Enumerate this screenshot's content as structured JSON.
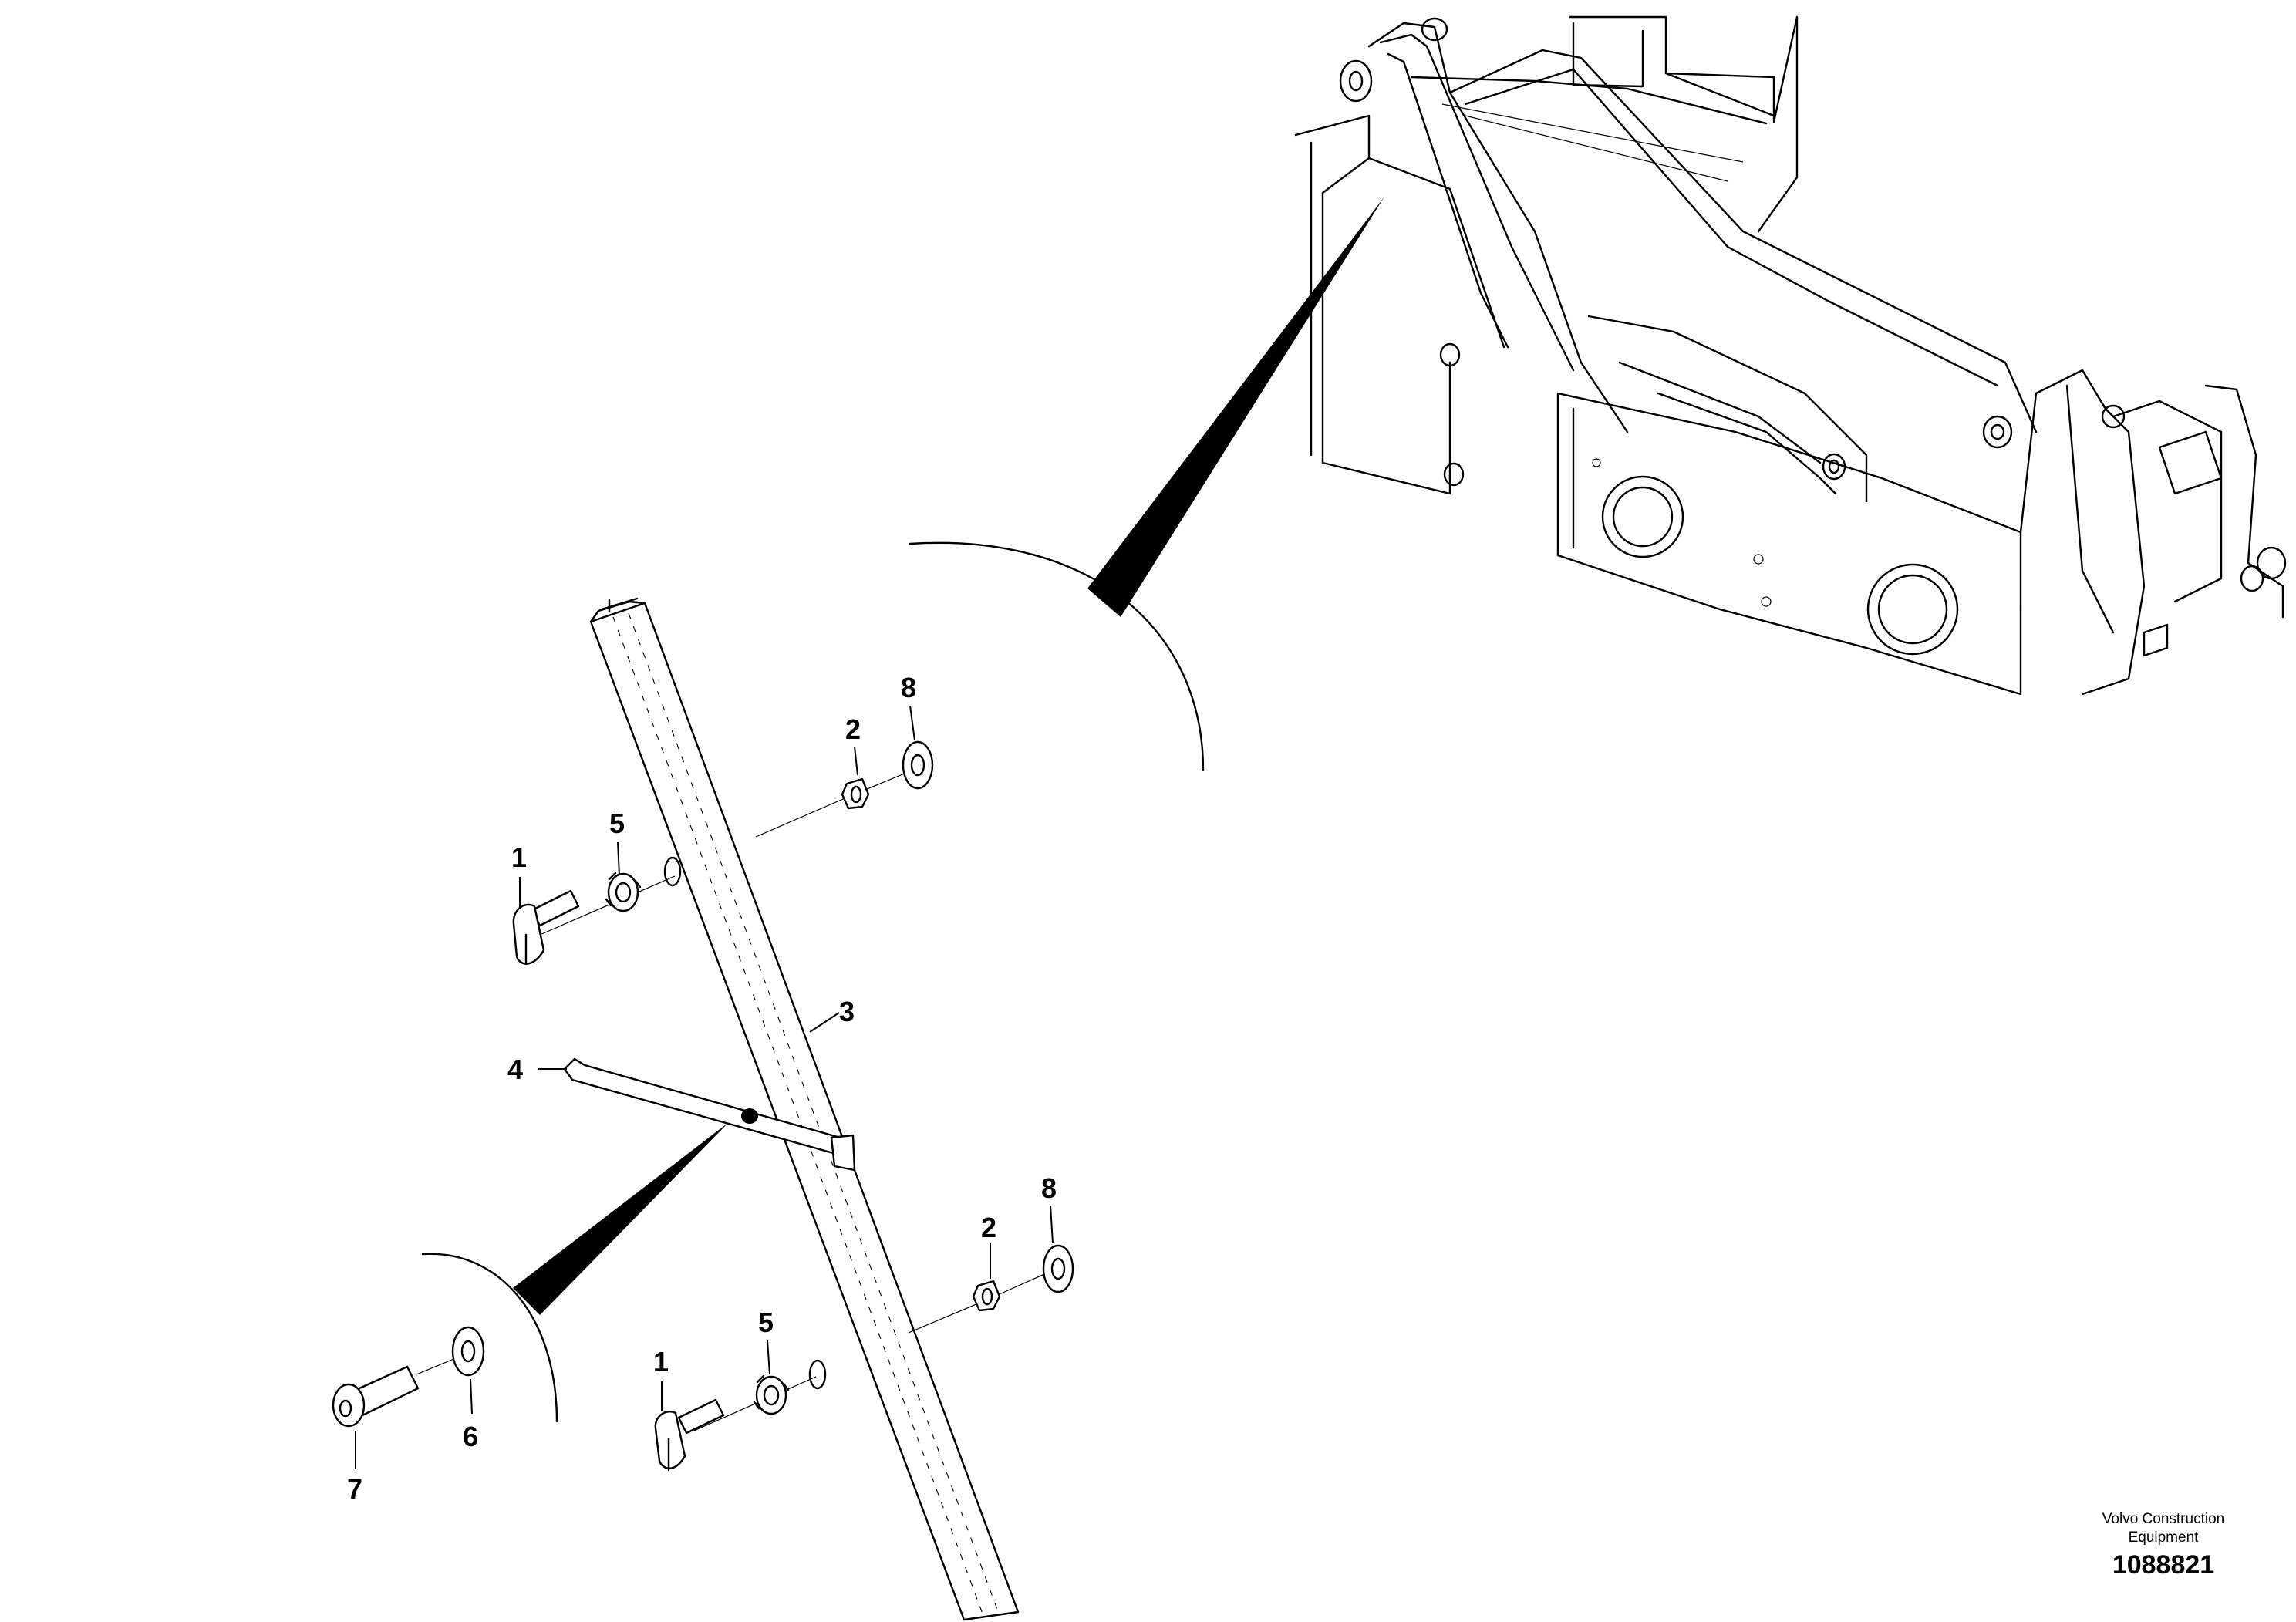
{
  "diagram": {
    "callouts": [
      {
        "id": "c1a",
        "text": "1"
      },
      {
        "id": "c2a",
        "text": "2"
      },
      {
        "id": "c5a",
        "text": "5"
      },
      {
        "id": "c8a",
        "text": "8"
      },
      {
        "id": "c3",
        "text": "3"
      },
      {
        "id": "c4",
        "text": "4"
      },
      {
        "id": "c2b",
        "text": "2"
      },
      {
        "id": "c8b",
        "text": "8"
      },
      {
        "id": "c5b",
        "text": "5"
      },
      {
        "id": "c1b",
        "text": "1"
      },
      {
        "id": "c6",
        "text": "6"
      },
      {
        "id": "c7",
        "text": "7"
      }
    ]
  },
  "footer": {
    "org_line1": "Volvo Construction",
    "org_line2": "Equipment",
    "drawing_number": "1088821"
  },
  "colors": {
    "ink": "#000000",
    "paper": "#ffffff"
  }
}
